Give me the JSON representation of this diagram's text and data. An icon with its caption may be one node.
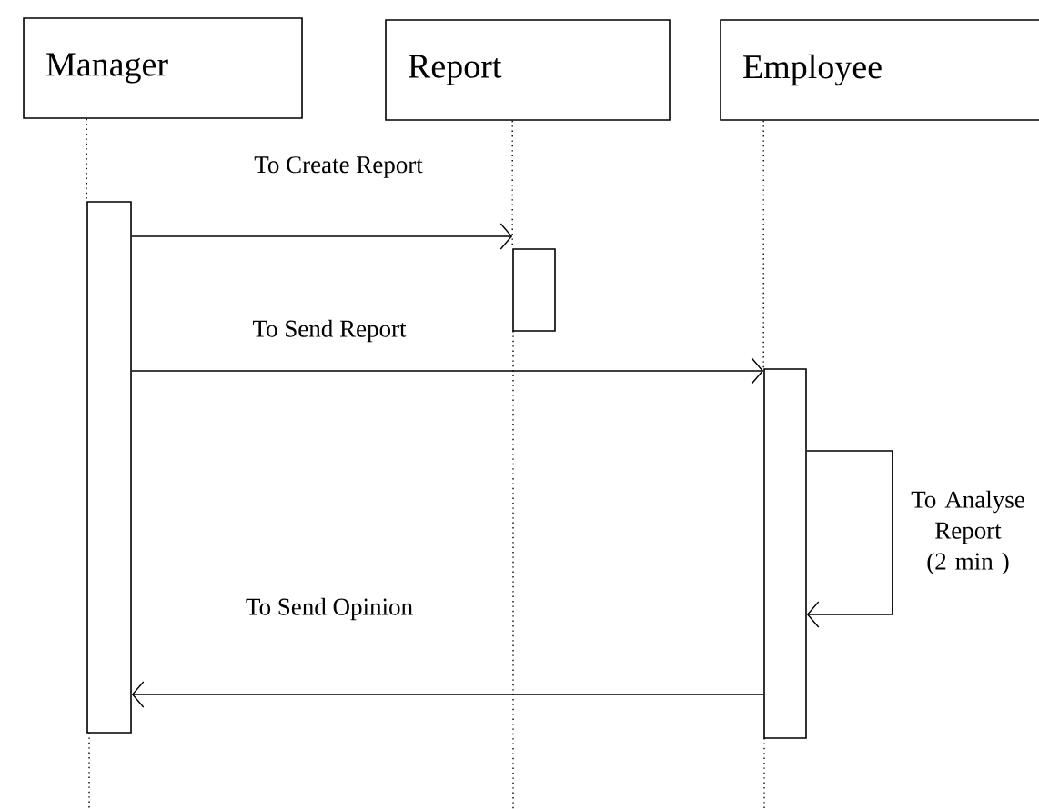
{
  "diagram": {
    "nodes": [
      {
        "text": [
          "Manager"
        ]
      },
      {
        "text": [
          "Report"
        ]
      },
      {
        "text": [
          "Employee"
        ]
      },
      {
        "text": [],
        "shape": "bar"
      },
      {
        "text": [],
        "shape": "bar"
      },
      {
        "text": [],
        "shape": "bar"
      }
    ],
    "edges": [
      {
        "from": 0,
        "to": 3,
        "arrow": "none",
        "style": "dashed"
      },
      {
        "from": 1,
        "to": 4,
        "arrow": "none",
        "style": "dashed"
      },
      {
        "from": 2,
        "to": 5,
        "arrow": "none",
        "style": "dashed"
      },
      {
        "from": 3,
        "to": 4,
        "arrow": "to",
        "label": "To Create Report"
      },
      {
        "from": 3,
        "to": 5,
        "arrow": "to",
        "label": "To Send Report"
      },
      {
        "from": 5,
        "to": 5,
        "arrow": "to",
        "label": "To Analyse Report (2 min )"
      },
      {
        "from": 5,
        "to": 3,
        "arrow": "to",
        "label": "To Send Opinion"
      }
    ]
  }
}
